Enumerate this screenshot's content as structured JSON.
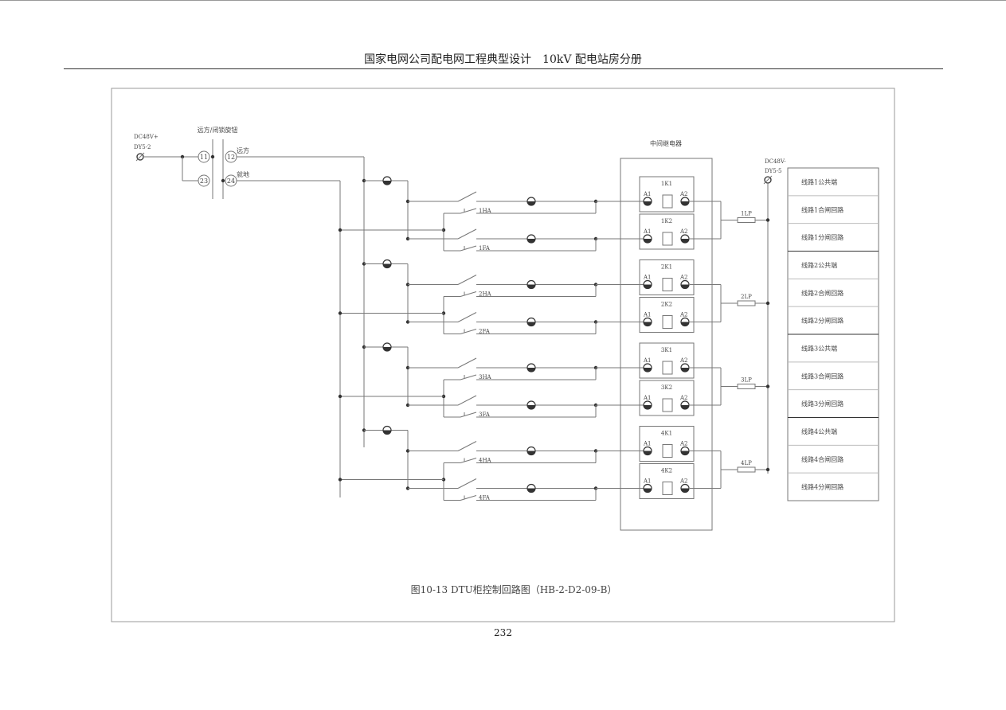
{
  "header": {
    "title": "国家电网公司配电网工程典型设计　10kV 配电站房分册"
  },
  "page_number": "232",
  "caption": "图10-13 DTU柜控制回路图（HB-2-D2-09-B）",
  "source_plus": {
    "label1": "DC48V+",
    "label2": "DY5-2"
  },
  "source_minus": {
    "label1": "DC48V-",
    "label2": "DY5-5"
  },
  "selector": {
    "title": "远方/闭锁旋钮",
    "terminals": [
      "11",
      "12",
      "23",
      "24"
    ],
    "remote": "远方",
    "local": "就地"
  },
  "relay_panel_title": "中间继电器",
  "groups": [
    {
      "ha": "1HA",
      "fa": "1FA",
      "k1": "1K1",
      "k2": "1K2",
      "lp": "1LP"
    },
    {
      "ha": "2HA",
      "fa": "2FA",
      "k1": "2K1",
      "k2": "2K2",
      "lp": "2LP"
    },
    {
      "ha": "3HA",
      "fa": "3FA",
      "k1": "3K1",
      "k2": "3K2",
      "lp": "3LP"
    },
    {
      "ha": "4HA",
      "fa": "4FA",
      "k1": "4K1",
      "k2": "4K2",
      "lp": "4LP"
    }
  ],
  "pin_labels": {
    "a1": "A1",
    "a2": "A2"
  },
  "terminal_table": [
    "线路1公共端",
    "线路1合闸回路",
    "线路1分闸回路",
    "线路2公共端",
    "线路2合闸回路",
    "线路2分闸回路",
    "线路3公共端",
    "线路3合闸回路",
    "线路3分闸回路",
    "线路4公共端",
    "线路4合闸回路",
    "线路4分闸回路"
  ],
  "colors": {
    "line": "#777777",
    "frame": "#999999",
    "dark": "#333333"
  }
}
